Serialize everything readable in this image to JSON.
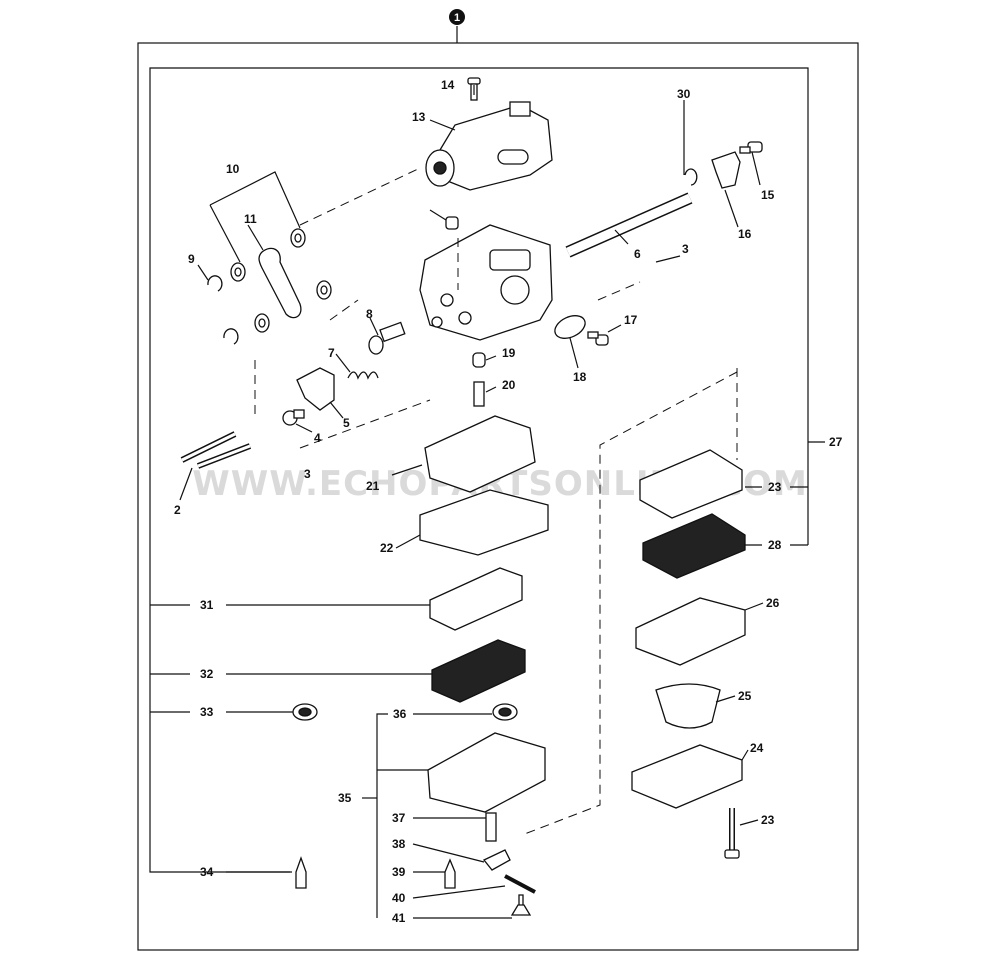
{
  "diagram": {
    "assembly_callout": "1",
    "watermark": "WWW.ECHOPARTSONLINE.COM",
    "labels": {
      "p2": "2",
      "p3a": "3",
      "p3b": "3",
      "p4": "4",
      "p5": "5",
      "p6": "6",
      "p7": "7",
      "p8": "8",
      "p9": "9",
      "p10": "10",
      "p11": "11",
      "p13": "13",
      "p14": "14",
      "p15": "15",
      "p16": "16",
      "p17": "17",
      "p18": "18",
      "p19": "19",
      "p20": "20",
      "p21": "21",
      "p22": "22",
      "p23a": "23",
      "p23b": "23",
      "p24": "24",
      "p25": "25",
      "p26": "26",
      "p27": "27",
      "p28": "28",
      "p30": "30",
      "p31": "31",
      "p32": "32",
      "p33": "33",
      "p34": "34",
      "p35": "35",
      "p36": "36",
      "p37": "37",
      "p38": "38",
      "p39": "39",
      "p40": "40",
      "p41": "41"
    }
  }
}
